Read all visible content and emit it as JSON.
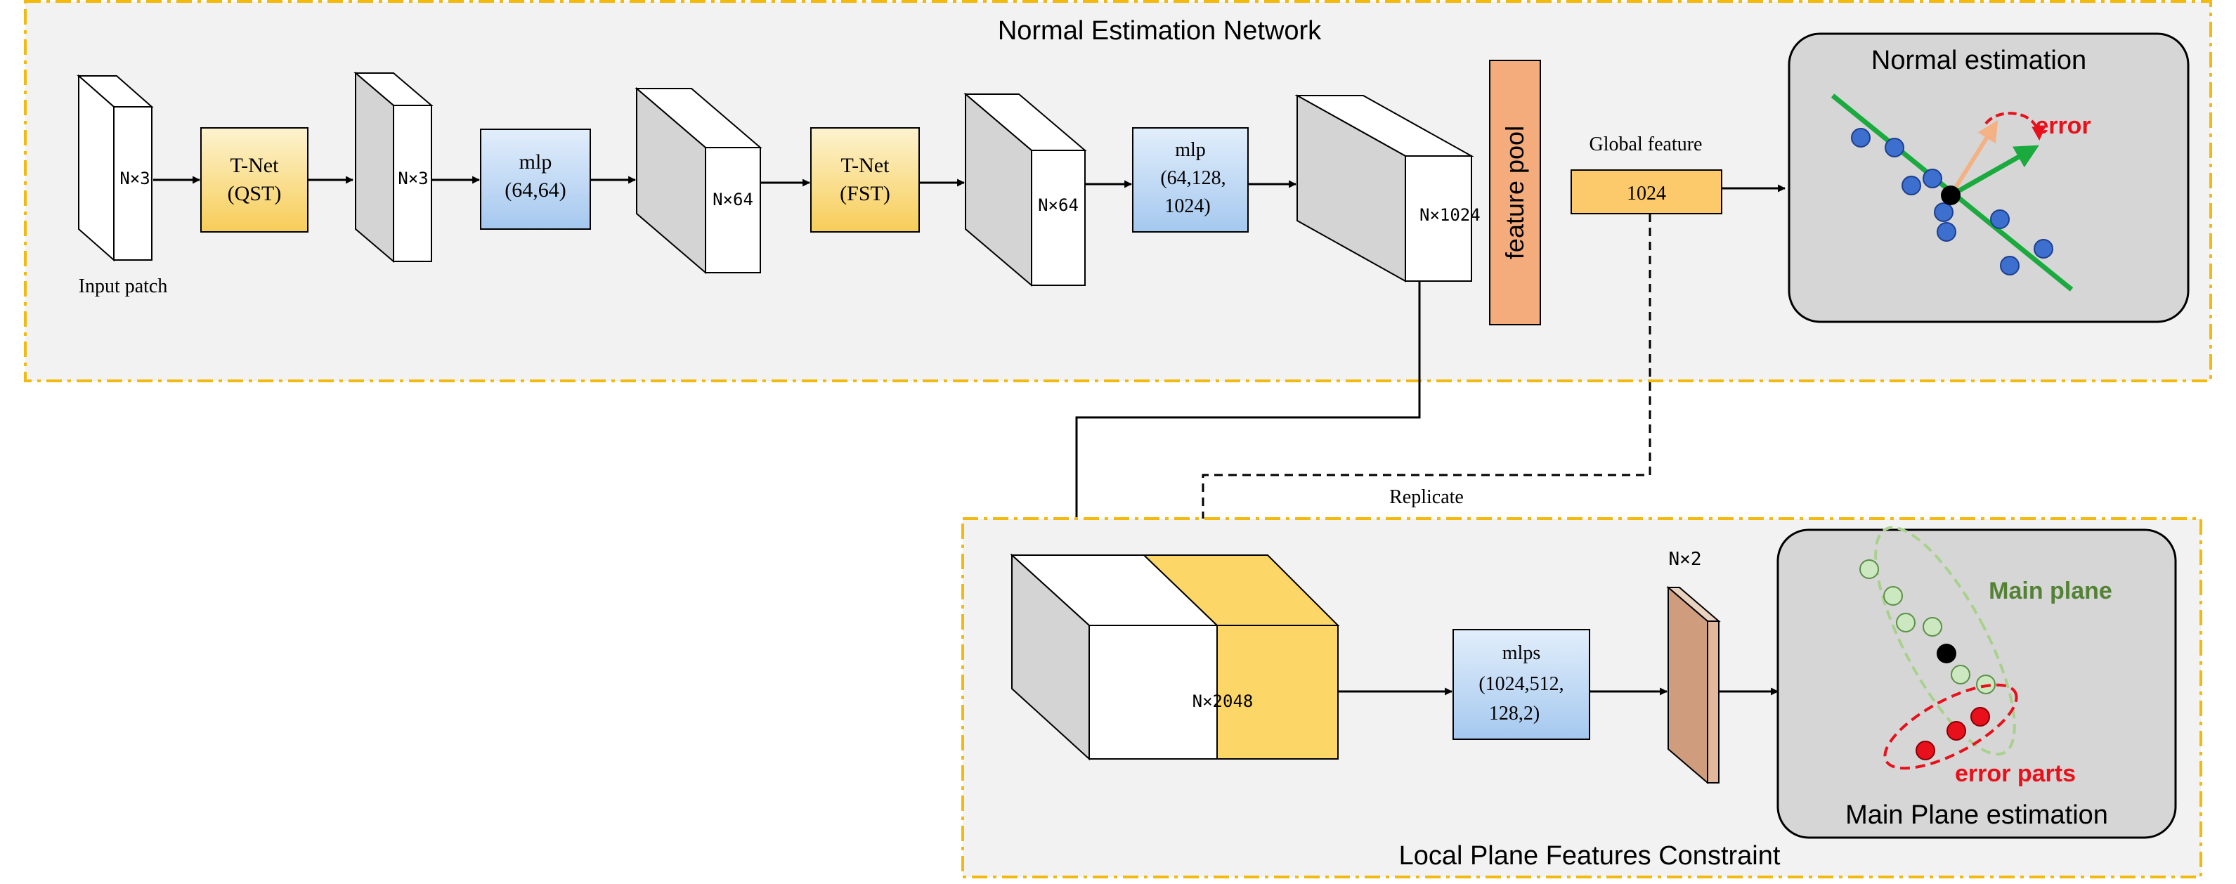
{
  "colors": {
    "panel_border": "#f2b90f",
    "panel_fill": "#f2f2f2",
    "tnet_top": "#fcefc3",
    "tnet_bottom": "#f7cf5e",
    "mlp_top": "#dceafa",
    "mlp_bottom": "#a7c9f0",
    "feature_pool": "#f4ac7c",
    "global_feature": "#fcca6a",
    "replicated_block": "#fcd666",
    "n2_bar": "#d8a88b",
    "normal_line": "#1aaa3e",
    "point_blue": "#3c6fce",
    "error_red": "#e8101a",
    "orange_arrow": "#f4b183",
    "main_plane_green": "#548235",
    "light_green_point": "#cce8c0"
  },
  "top_panel": {
    "title": "Normal Estimation Network",
    "input_label": "Input patch",
    "input_dim": "N×3",
    "tnet1": {
      "line1": "T-Net",
      "line2": "(QST)"
    },
    "transformed_dim": "N×3",
    "mlp1": {
      "line1": "mlp",
      "line2": "(64,64)"
    },
    "feat1_dim": "N×64",
    "tnet2": {
      "line1": "T-Net",
      "line2": "(FST)"
    },
    "feat2_dim": "N×64",
    "mlp2": {
      "line1": "mlp",
      "line2": "(64,128,",
      "line3": "1024)"
    },
    "feat3_dim": "N×1024",
    "feature_pool": "feature pool",
    "global_feature_label": "Global feature",
    "global_feature_value": "1024",
    "normal_box_title": "Normal estimation",
    "error_label": "error"
  },
  "bottom_panel": {
    "title": "Local Plane Features Constraint",
    "replicate_label": "Replicate",
    "concat_dim": "N×2048",
    "mlps": {
      "line1": "mlps",
      "line2": "(1024,512,",
      "line3": "128,2)"
    },
    "output_dim": "N×2",
    "plane_box_title": "Main Plane estimation",
    "main_plane_label": "Main plane",
    "error_parts_label": "error parts"
  }
}
